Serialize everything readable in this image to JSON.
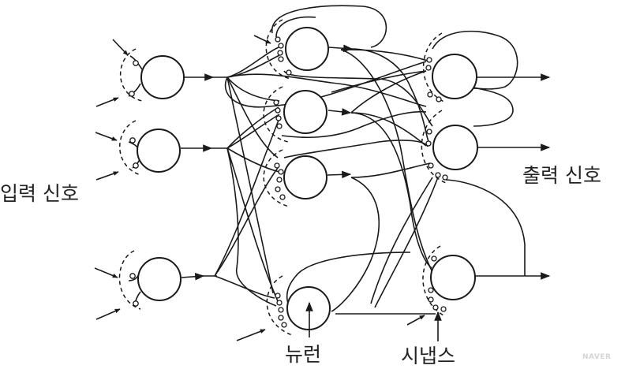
{
  "labels": {
    "input_signal": "입력 신호",
    "output_signal": "출력 신호",
    "neuron": "뉴런",
    "synapse": "시냅스"
  },
  "watermark": "NAVER",
  "colors": {
    "line": "#1a1a1a",
    "text": "#222222",
    "background": "#ffffff"
  }
}
